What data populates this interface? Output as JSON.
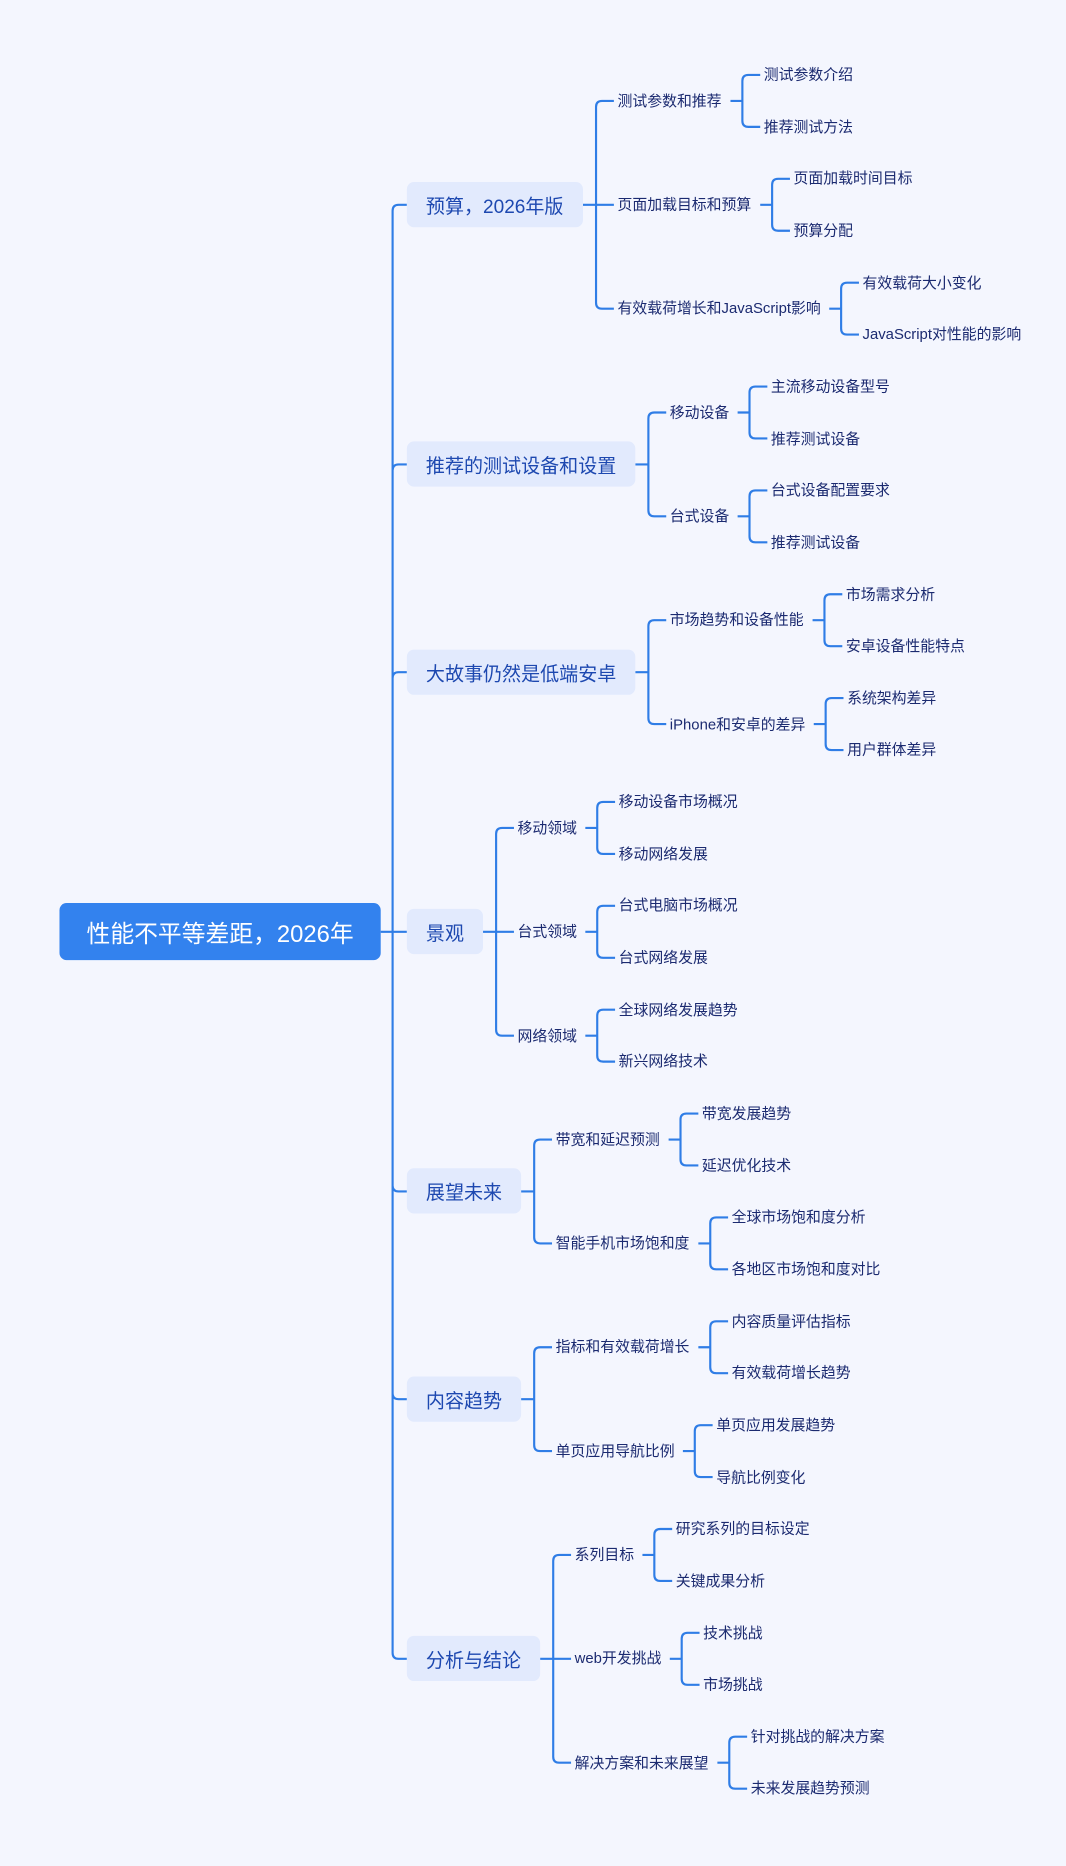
{
  "root": {
    "label": "性能不平等差距，2026年"
  },
  "colors": {
    "accent": "#3382ee",
    "line": "#2f7de6",
    "node_bg": "#e2eafd"
  },
  "branches": [
    {
      "label": "预算，2026年版",
      "children": [
        {
          "label": "测试参数和推荐",
          "children": [
            {
              "label": "测试参数介绍"
            },
            {
              "label": "推荐测试方法"
            }
          ]
        },
        {
          "label": "页面加载目标和预算",
          "children": [
            {
              "label": "页面加载时间目标"
            },
            {
              "label": "预算分配"
            }
          ]
        },
        {
          "label": "有效载荷增长和JavaScript影响",
          "children": [
            {
              "label": "有效载荷大小变化"
            },
            {
              "label": "JavaScript对性能的影响"
            }
          ]
        }
      ]
    },
    {
      "label": "推荐的测试设备和设置",
      "children": [
        {
          "label": "移动设备",
          "children": [
            {
              "label": "主流移动设备型号"
            },
            {
              "label": "推荐测试设备"
            }
          ]
        },
        {
          "label": "台式设备",
          "children": [
            {
              "label": "台式设备配置要求"
            },
            {
              "label": "推荐测试设备"
            }
          ]
        }
      ]
    },
    {
      "label": "大故事仍然是低端安卓",
      "children": [
        {
          "label": "市场趋势和设备性能",
          "children": [
            {
              "label": "市场需求分析"
            },
            {
              "label": "安卓设备性能特点"
            }
          ]
        },
        {
          "label": "iPhone和安卓的差异",
          "children": [
            {
              "label": "系统架构差异"
            },
            {
              "label": "用户群体差异"
            }
          ]
        }
      ]
    },
    {
      "label": "景观",
      "children": [
        {
          "label": "移动领域",
          "children": [
            {
              "label": "移动设备市场概况"
            },
            {
              "label": "移动网络发展"
            }
          ]
        },
        {
          "label": "台式领域",
          "children": [
            {
              "label": "台式电脑市场概况"
            },
            {
              "label": "台式网络发展"
            }
          ]
        },
        {
          "label": "网络领域",
          "children": [
            {
              "label": "全球网络发展趋势"
            },
            {
              "label": "新兴网络技术"
            }
          ]
        }
      ]
    },
    {
      "label": "展望未来",
      "children": [
        {
          "label": "带宽和延迟预测",
          "children": [
            {
              "label": "带宽发展趋势"
            },
            {
              "label": "延迟优化技术"
            }
          ]
        },
        {
          "label": "智能手机市场饱和度",
          "children": [
            {
              "label": "全球市场饱和度分析"
            },
            {
              "label": "各地区市场饱和度对比"
            }
          ]
        }
      ]
    },
    {
      "label": "内容趋势",
      "children": [
        {
          "label": "指标和有效载荷增长",
          "children": [
            {
              "label": "内容质量评估指标"
            },
            {
              "label": "有效载荷增长趋势"
            }
          ]
        },
        {
          "label": "单页应用导航比例",
          "children": [
            {
              "label": "单页应用发展趋势"
            },
            {
              "label": "导航比例变化"
            }
          ]
        }
      ]
    },
    {
      "label": "分析与结论",
      "children": [
        {
          "label": "系列目标",
          "children": [
            {
              "label": "研究系列的目标设定"
            },
            {
              "label": "关键成果分析"
            }
          ]
        },
        {
          "label": "web开发挑战",
          "children": [
            {
              "label": "技术挑战"
            },
            {
              "label": "市场挑战"
            }
          ]
        },
        {
          "label": "解决方案和未来展望",
          "children": [
            {
              "label": "针对挑战的解决方案"
            },
            {
              "label": "未来发展趋势预测"
            }
          ]
        }
      ]
    }
  ]
}
